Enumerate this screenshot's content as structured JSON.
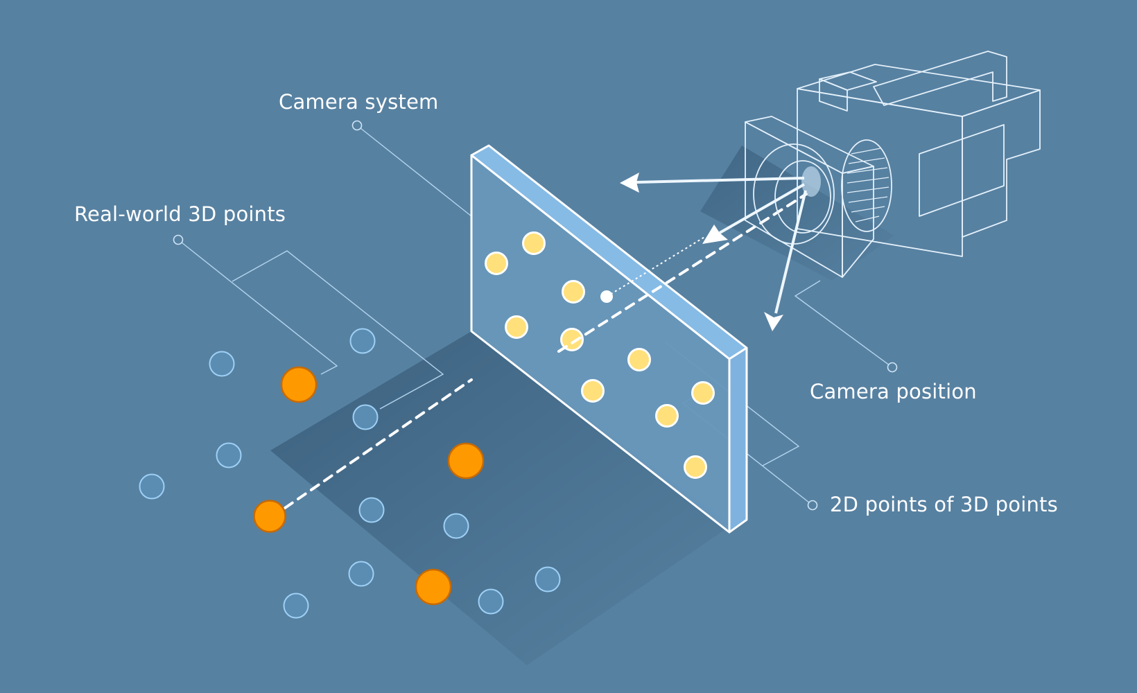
{
  "labels": {
    "camera_system": "Camera system",
    "real_world_points": "Real-world 3D points",
    "camera_position": "Camera position",
    "projected_points": "2D points of 3D points"
  },
  "colors": {
    "background": "#5781a1",
    "plane_face": "#6897bb",
    "plane_edge": "#7fb2de",
    "camera_body": "#78afdb",
    "camera_outline": "#e4f1fb",
    "point_3d": "#5b8db3",
    "point_3d_outline": "#9fd0f5",
    "highlight_point": "#ff9900",
    "highlight_outline": "#c86a00",
    "projected_point": "#ffe07a",
    "white": "#ffffff"
  },
  "icons": {
    "camera": "camera-icon",
    "arrow": "arrow-icon"
  }
}
